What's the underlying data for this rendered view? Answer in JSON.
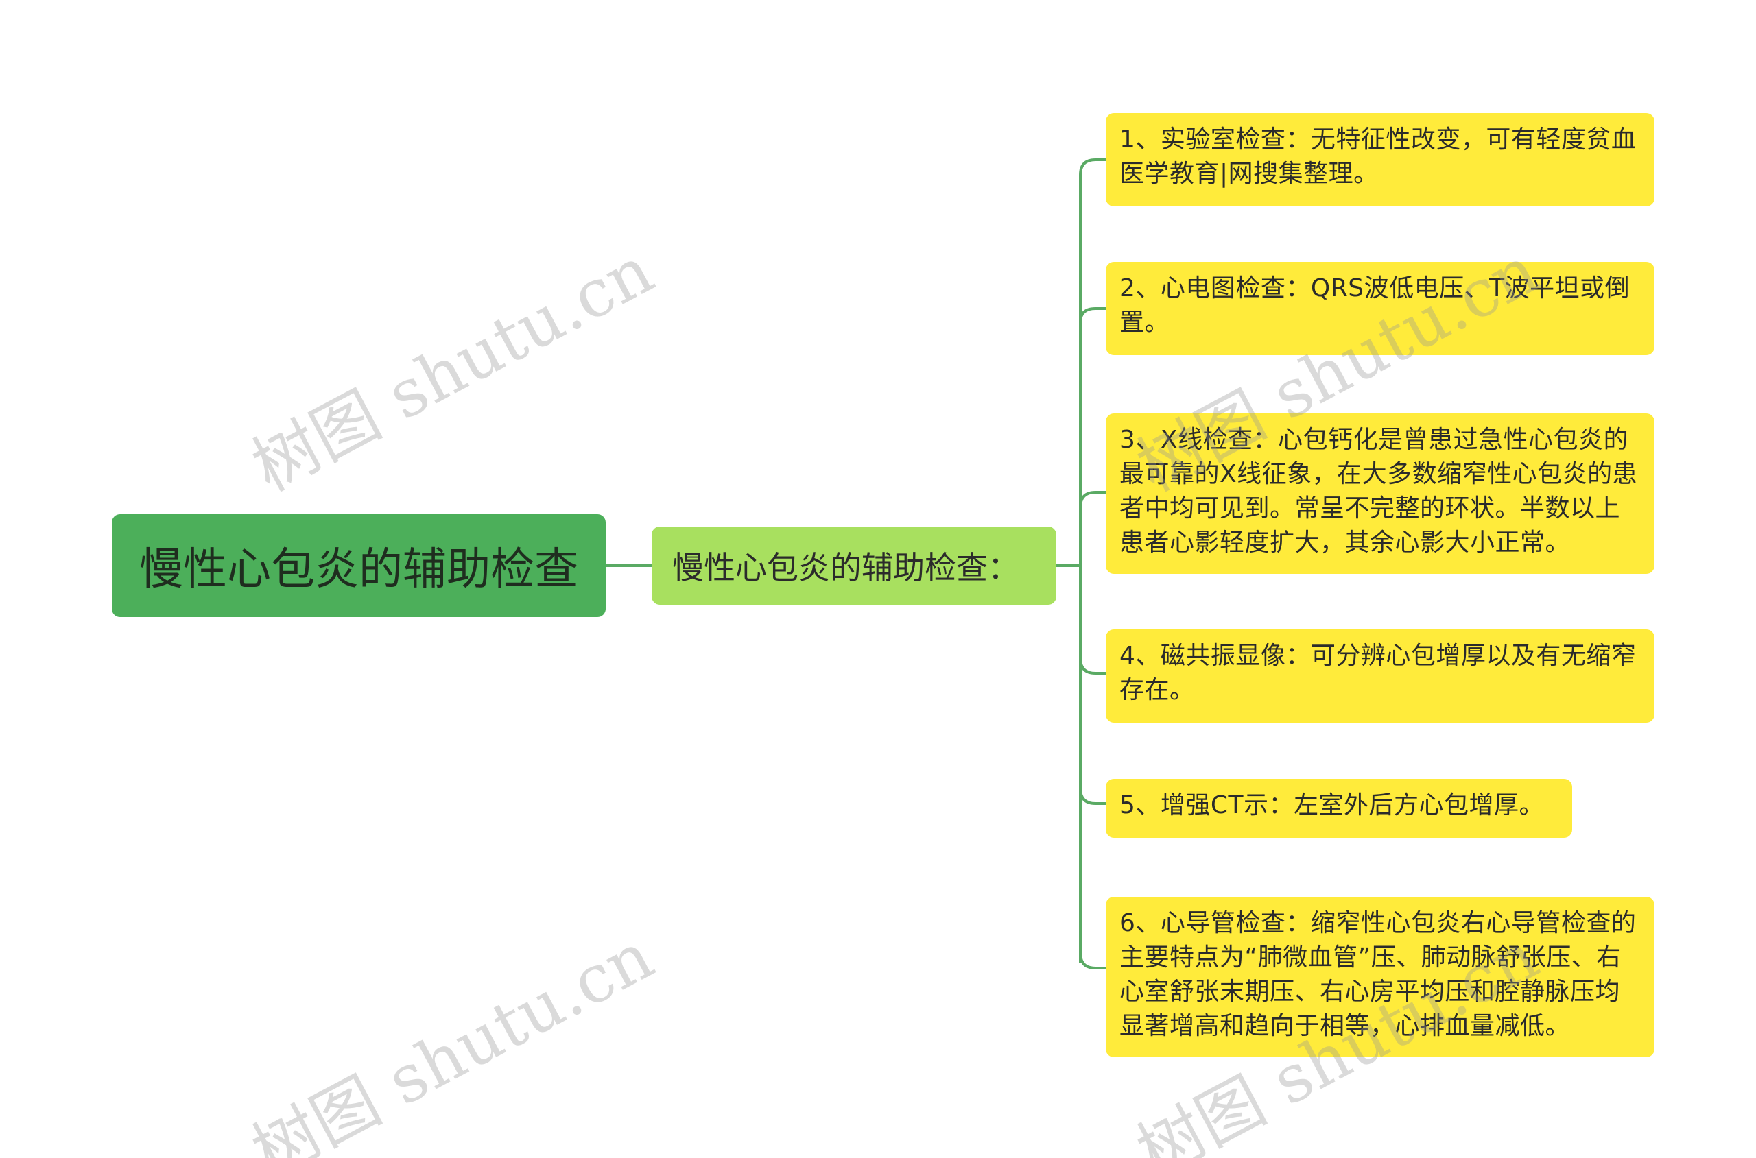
{
  "root": {
    "label": "慢性心包炎的辅助检查"
  },
  "branch": {
    "label": "慢性心包炎的辅助检查："
  },
  "items": [
    "1、实验室检查：无特征性改变，可有轻度贫血医学教育|网搜集整理。",
    "2、心电图检查：QRS波低电压、T波平坦或倒置。",
    "3、X线检查：心包钙化是曾患过急性心包炎的最可靠的X线征象，在大多数缩窄性心包炎的患者中均可见到。常呈不完整的环状。半数以上患者心影轻度扩大，其余心影大小正常。",
    "4、磁共振显像：可分辨心包增厚以及有无缩窄存在。",
    "5、增强CT示：左室外后方心包增厚。",
    "6、心导管检查：缩窄性心包炎右心导管检查的主要特点为“肺微血管”压、肺动脉舒张压、右心室舒张末期压、右心房平均压和腔静脉压均显著增高和趋向于相等，心排血量减低。"
  ],
  "watermark": "树图 shutu.cn",
  "colors": {
    "root_fill": "#4caf5a",
    "branch_fill": "#a8e05f",
    "leaf_fill": "#ffeb3b",
    "connector": "#5aaa64"
  }
}
